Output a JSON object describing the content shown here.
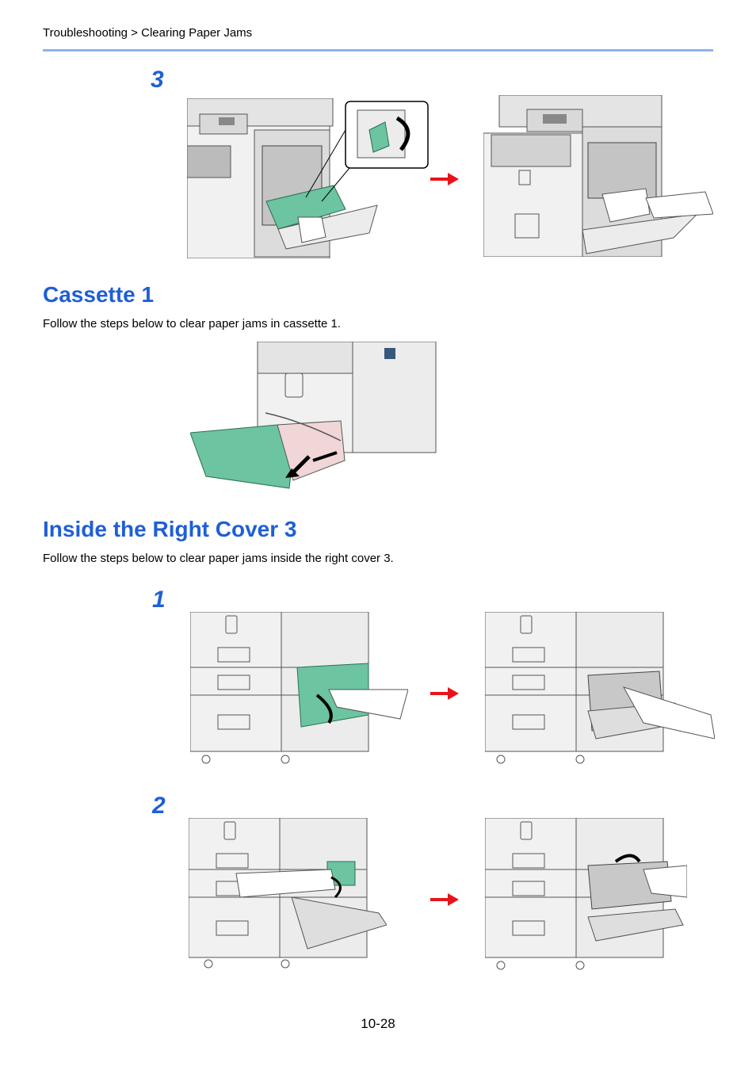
{
  "header": {
    "breadcrumb": "Troubleshooting > Clearing Paper Jams"
  },
  "sections": {
    "prev_step_number": "3",
    "cassette1": {
      "title": "Cassette 1",
      "text": "Follow the steps below to clear paper jams in cassette 1."
    },
    "right_cover3": {
      "title": "Inside the Right Cover 3",
      "text": "Follow the steps below to clear paper jams inside the right cover 3.",
      "step1": "1",
      "step2": "2"
    }
  },
  "footer": {
    "page_number": "10-28"
  },
  "colors": {
    "accent": "#1f5fd6",
    "rule": "#8fb3e8",
    "highlight_green": "#6cc4a0",
    "arrow_red": "#e8131a"
  },
  "icons": [
    "right-arrow-icon"
  ]
}
